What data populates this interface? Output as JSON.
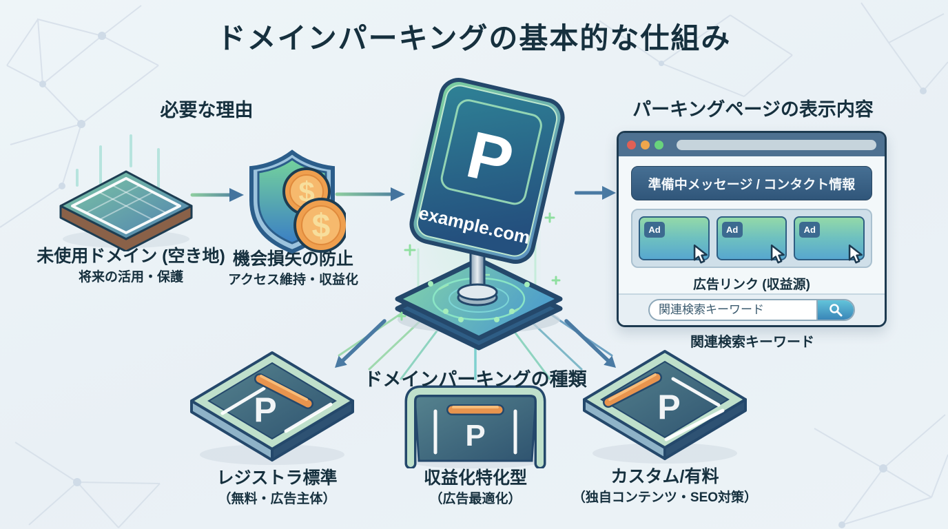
{
  "title": "ドメインパーキングの基本的な仕組み",
  "reasons": {
    "heading": "必要な理由",
    "unused_domain": {
      "label": "未使用ドメイン (空き地)",
      "sublabel": "将来の活用・保護"
    },
    "loss_prevention": {
      "label": "機会損失の防止",
      "sublabel": "アクセス維持・収益化"
    }
  },
  "sign": {
    "letter": "P",
    "domain": "example.com"
  },
  "parking_page": {
    "heading": "パーキングページの表示内容",
    "banner_text": "準備中メッセージ / コンタクト情報",
    "ad_label": "Ad",
    "ads_caption": "広告リンク (収益源)",
    "search_placeholder": "関連検索キーワード",
    "caption": "関連検索キーワード"
  },
  "types": {
    "heading": "ドメインパーキングの種類",
    "items": [
      {
        "label": "レジストラ標準",
        "sublabel": "（無料・広告主体）",
        "letter": "P"
      },
      {
        "label": "収益化特化型",
        "sublabel": "（広告最適化）",
        "letter": "P"
      },
      {
        "label": "カスタム/有料",
        "sublabel": "（独自コンテンツ・SEO対策）",
        "letter": "P"
      }
    ]
  },
  "colors": {
    "title_text": "#16303e",
    "arrow_blue": "#4a7aa3",
    "accent_green": "#8fd6a8",
    "sign_teal": "#2f8296",
    "coin_orange": "#f0a050",
    "bar_orange": "#e8944e"
  }
}
